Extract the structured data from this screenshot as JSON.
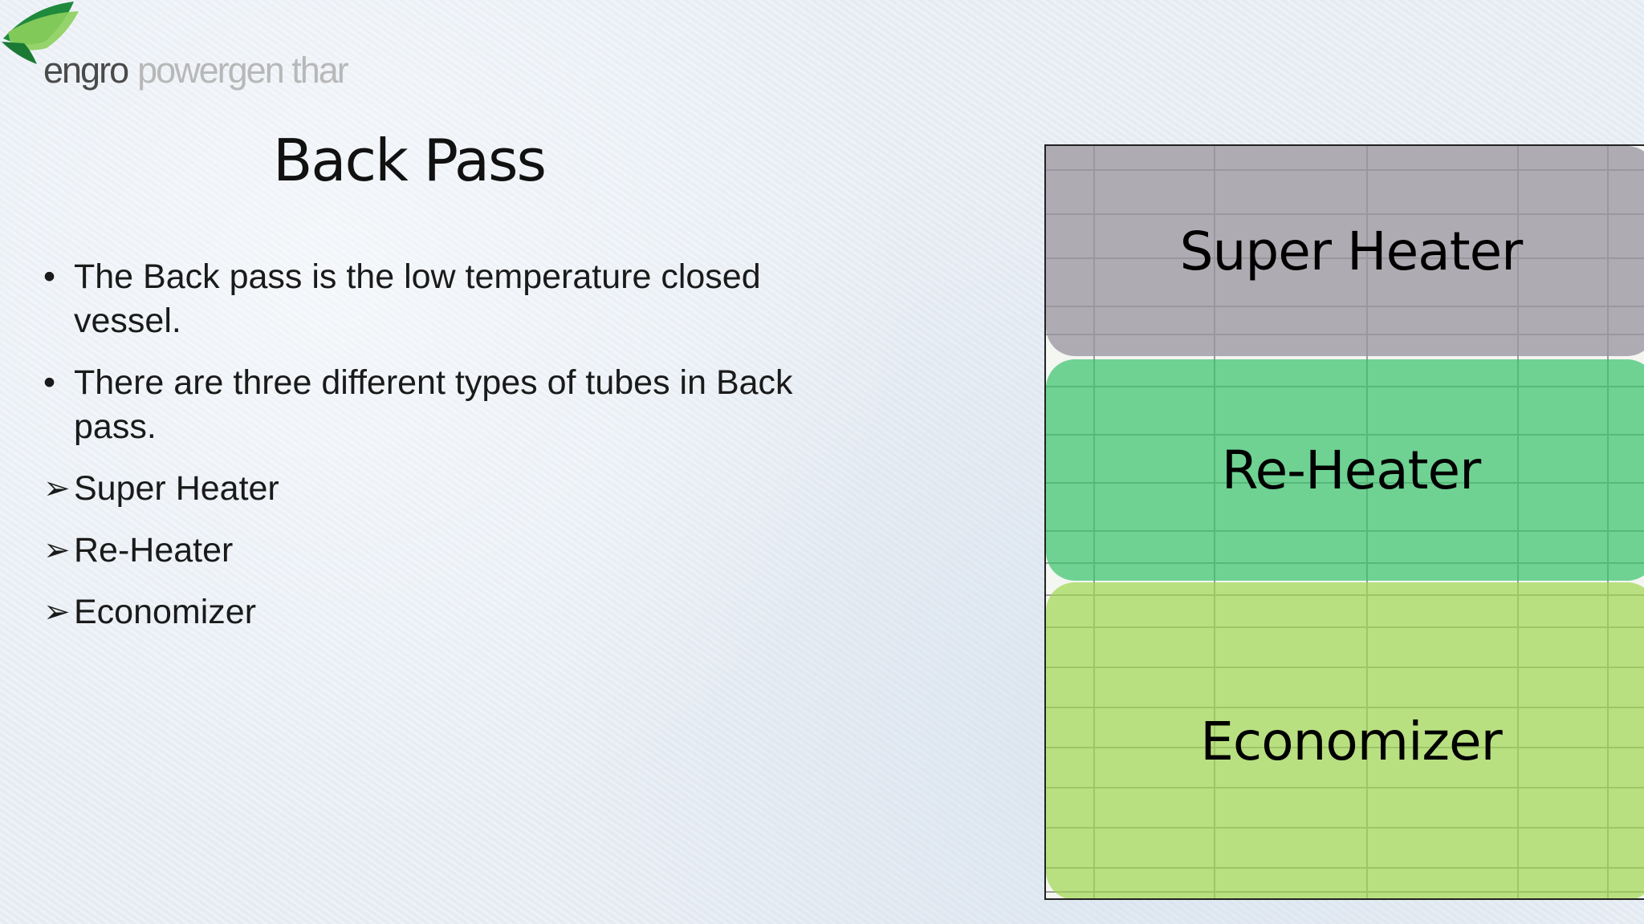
{
  "logo": {
    "word1": "engro",
    "word2": "powergen thar",
    "colors": {
      "dark": "#1f8a3c",
      "light": "#8ccf5c"
    }
  },
  "slide": {
    "title": "Back Pass",
    "bullets": [
      "The Back pass is the low temperature closed vessel.",
      "There are three different types of tubes in Back pass."
    ],
    "sub_items": [
      "Super Heater",
      "Re-Heater",
      "Economizer"
    ],
    "bullet_glyph": "•",
    "arrow_glyph": "➢"
  },
  "diagram": {
    "sections": [
      {
        "label": "Super Heater",
        "color": "#9b96a0"
      },
      {
        "label": "Re-Heater",
        "color": "#3cc46e"
      },
      {
        "label": "Economizer",
        "color": "#a0d750"
      }
    ]
  }
}
